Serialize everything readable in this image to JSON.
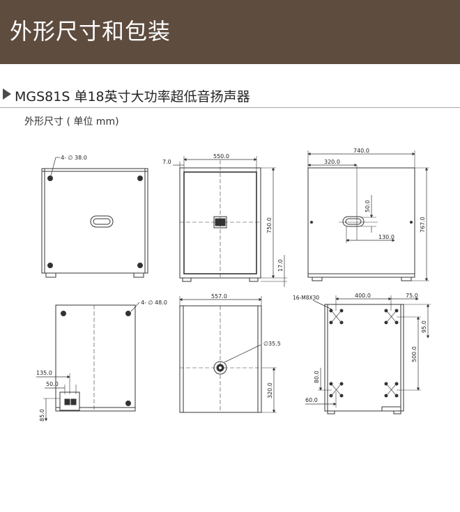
{
  "header": {
    "title": "外形尺寸和包装"
  },
  "section": {
    "title": "MGS81S 单18英寸大功率超低音扬声器"
  },
  "subtitle": "外形尺寸 ( 单位 mm)",
  "colors": {
    "header_bg": "#5e4c3f",
    "line": "#333333"
  },
  "icons": {
    "section_marker": "triangle-right-icon"
  },
  "labels": {
    "front_holes": "4- ∅ 38.0",
    "top_gap": "7.0",
    "top_width": "550.0",
    "side_height": "750.0",
    "foot_height": "17.0",
    "side_width": "740.0",
    "side_offset": "320.0",
    "handle_offset_v": "50.0",
    "handle_offset_h": "130.0",
    "side_height_total": "767.0",
    "rear_holes": "4- ∅ 48.0",
    "rear_panel_x": "135.0",
    "rear_panel_w": "50.0",
    "rear_panel_h": "85.0",
    "bottom_width": "557.0",
    "socket_diameter": "∅35.5",
    "socket_height": "320.0",
    "m8_points": "16-M8X30",
    "m8_span_x": "400.0",
    "m8_edge_x": "75.0",
    "m8_edge_y": "95.0",
    "m8_span_y": "500.0",
    "m8_group_h": "80.0",
    "m8_group_w": "60.0"
  }
}
